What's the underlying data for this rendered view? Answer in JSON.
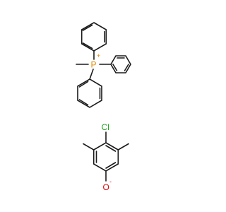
{
  "molecule": {
    "cation": {
      "phosphorus": {
        "symbol": "P",
        "charge": "+",
        "color": "#e08a00"
      }
    },
    "anion": {
      "chlorine": {
        "symbol": "Cl",
        "color": "#1fa51f"
      },
      "oxygen": {
        "symbol": "O",
        "charge": "-",
        "color": "#e00000"
      }
    },
    "bond_color": "#1a1a1a"
  }
}
